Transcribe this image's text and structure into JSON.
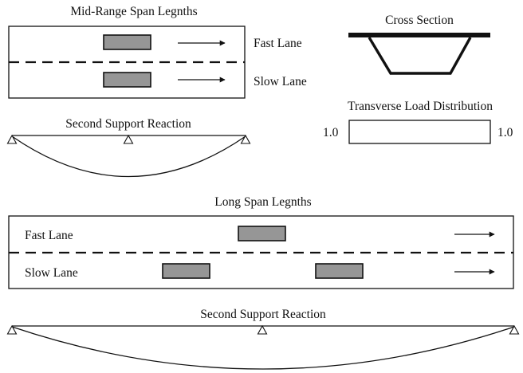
{
  "mid_range": {
    "title": "Mid-Range Span Legnths",
    "fast_lane_label": "Fast Lane",
    "slow_lane_label": "Slow Lane",
    "reaction_title": "Second Support Reaction"
  },
  "cross_section": {
    "title": "Cross Section"
  },
  "transverse": {
    "title": "Transverse Load Distribution",
    "left_value": "1.0",
    "right_value": "1.0"
  },
  "long_span": {
    "title": "Long Span Legnths",
    "fast_lane_label": "Fast Lane",
    "slow_lane_label": "Slow Lane",
    "reaction_title": "Second Support Reaction"
  },
  "colors": {
    "truck_fill": "#969696",
    "line": "#111111"
  }
}
